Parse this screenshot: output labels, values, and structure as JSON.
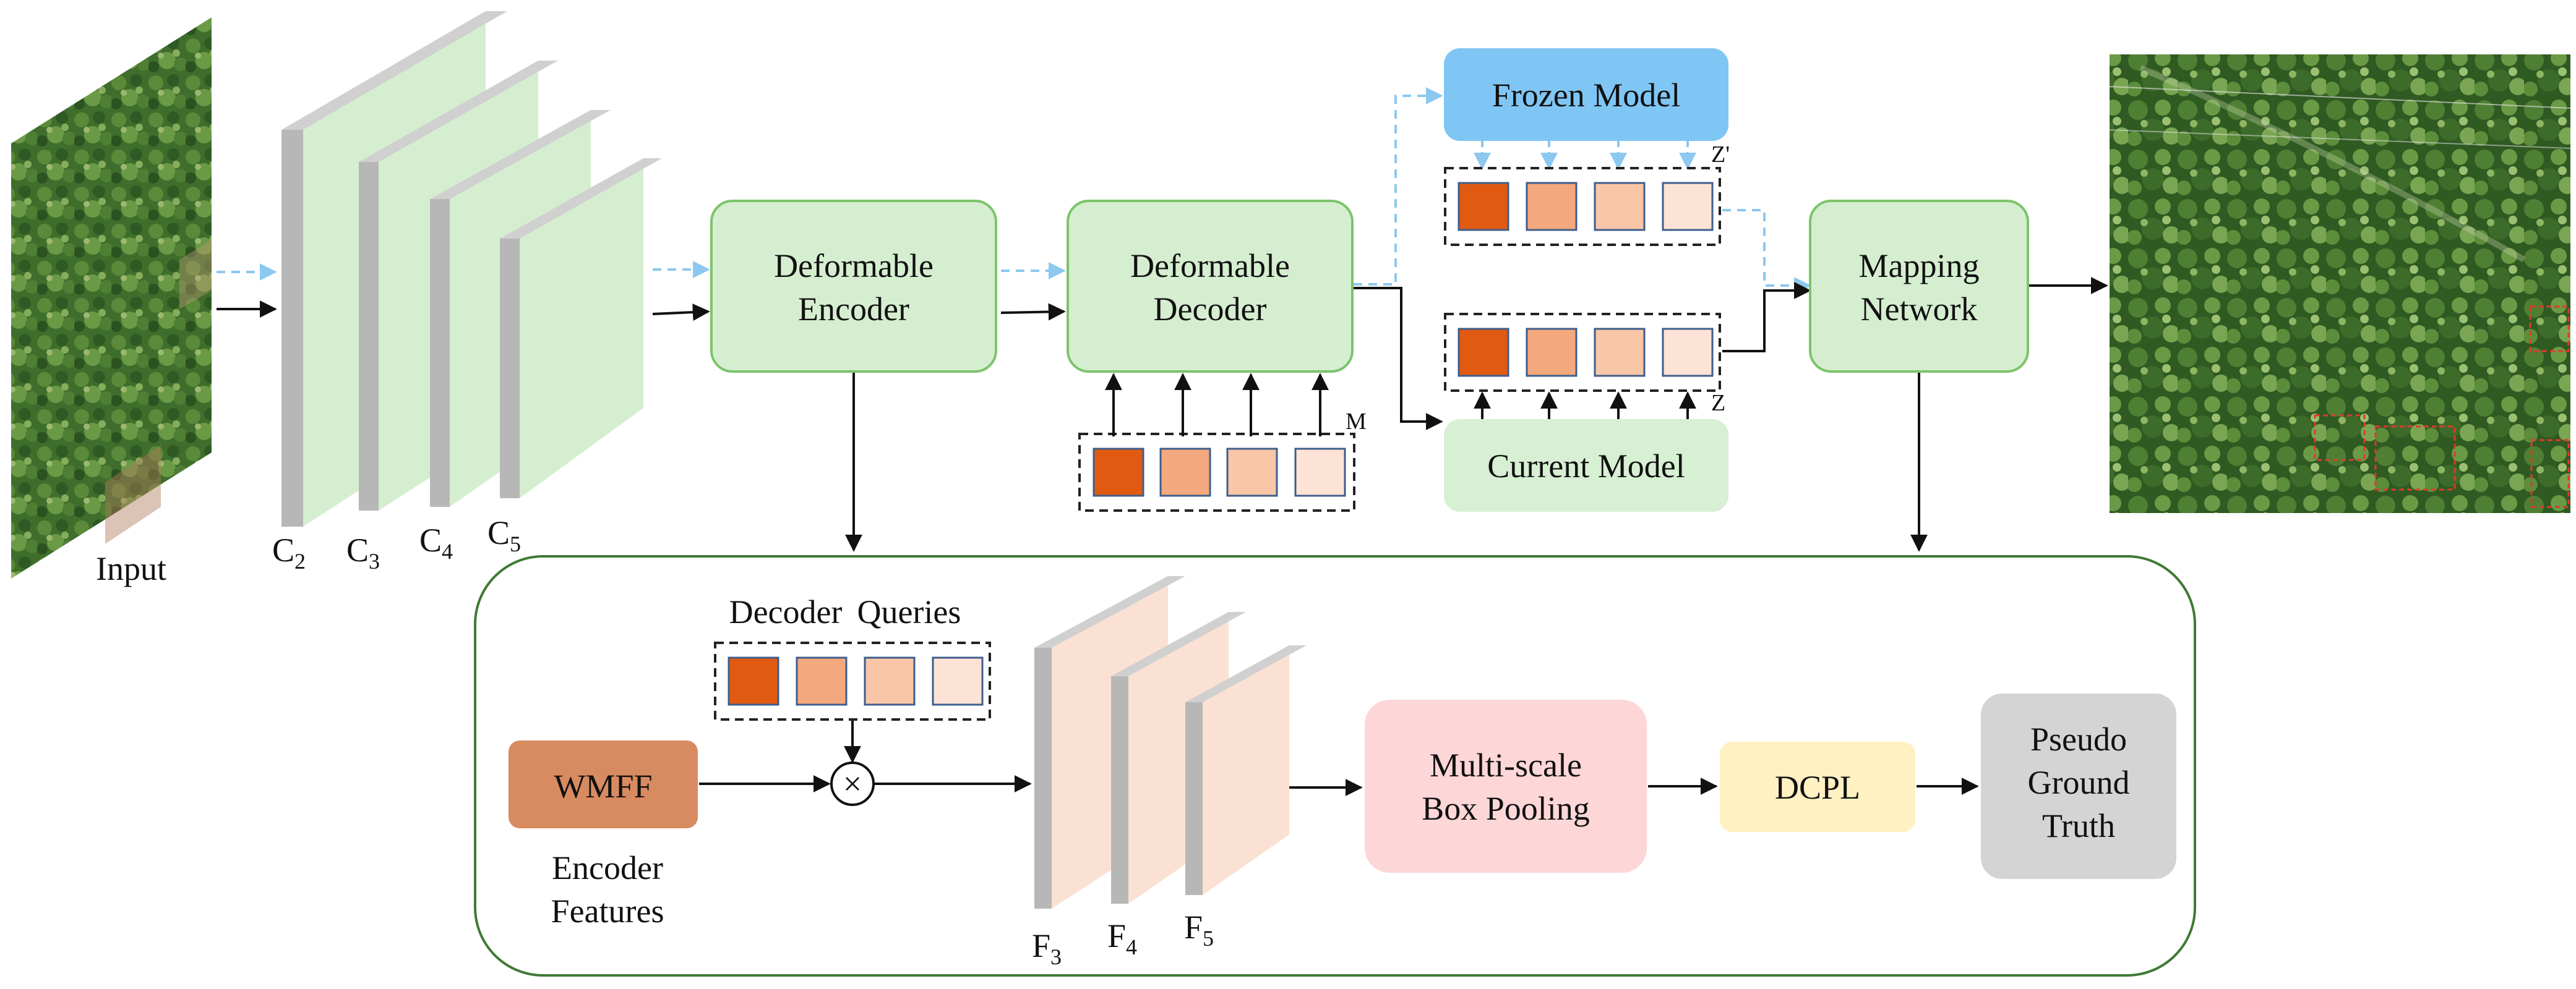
{
  "colors": {
    "green_fill": "#d5eed0",
    "green_stroke": "#7cc46a",
    "frozen_blue": "#7fc6f4",
    "current_green": "#d7efd3",
    "wmff": "#d88a60",
    "pooling_pink": "#fdd6d8",
    "dcpl_yellow": "#fff1c2",
    "pseudo_gray": "#d4d4d4",
    "query_1": "#e05a12",
    "query_2": "#f4a87d",
    "query_3": "#f9c6a7",
    "query_4": "#fde3d6",
    "dashed_arrow": "#8cc8ef",
    "panel_stroke": "#3f7a34"
  },
  "input": {
    "label": "Input"
  },
  "backbone": {
    "c2": "C",
    "c2_sub": "2",
    "c3": "C",
    "c3_sub": "3",
    "c4": "C",
    "c4_sub": "4",
    "c5": "C",
    "c5_sub": "5"
  },
  "encoder": {
    "line1": "Deformable",
    "line2": "Encoder"
  },
  "decoder": {
    "line1": "Deformable",
    "line2": "Decoder"
  },
  "decoder_queries_label": "M",
  "frozen_model": {
    "label": "Frozen Model",
    "queries_label": "Z'"
  },
  "current_model": {
    "label": "Current Model",
    "queries_label": "Z"
  },
  "mapping_network": {
    "line1": "Mapping",
    "line2": "Network"
  },
  "lower": {
    "queries_title_a": "Decoder",
    "queries_title_b": "Queries",
    "wmff": "WMFF",
    "encoder_features_line1": "Encoder",
    "encoder_features_line2": "Features",
    "multiply_symbol": "×",
    "f3": "F",
    "f3_sub": "3",
    "f4": "F",
    "f4_sub": "4",
    "f5": "F",
    "f5_sub": "5",
    "pooling_line1": "Multi-scale",
    "pooling_line2": "Box Pooling",
    "dcpl": "DCPL",
    "pseudo_line1": "Pseudo",
    "pseudo_line2": "Ground",
    "pseudo_line3": "Truth"
  }
}
